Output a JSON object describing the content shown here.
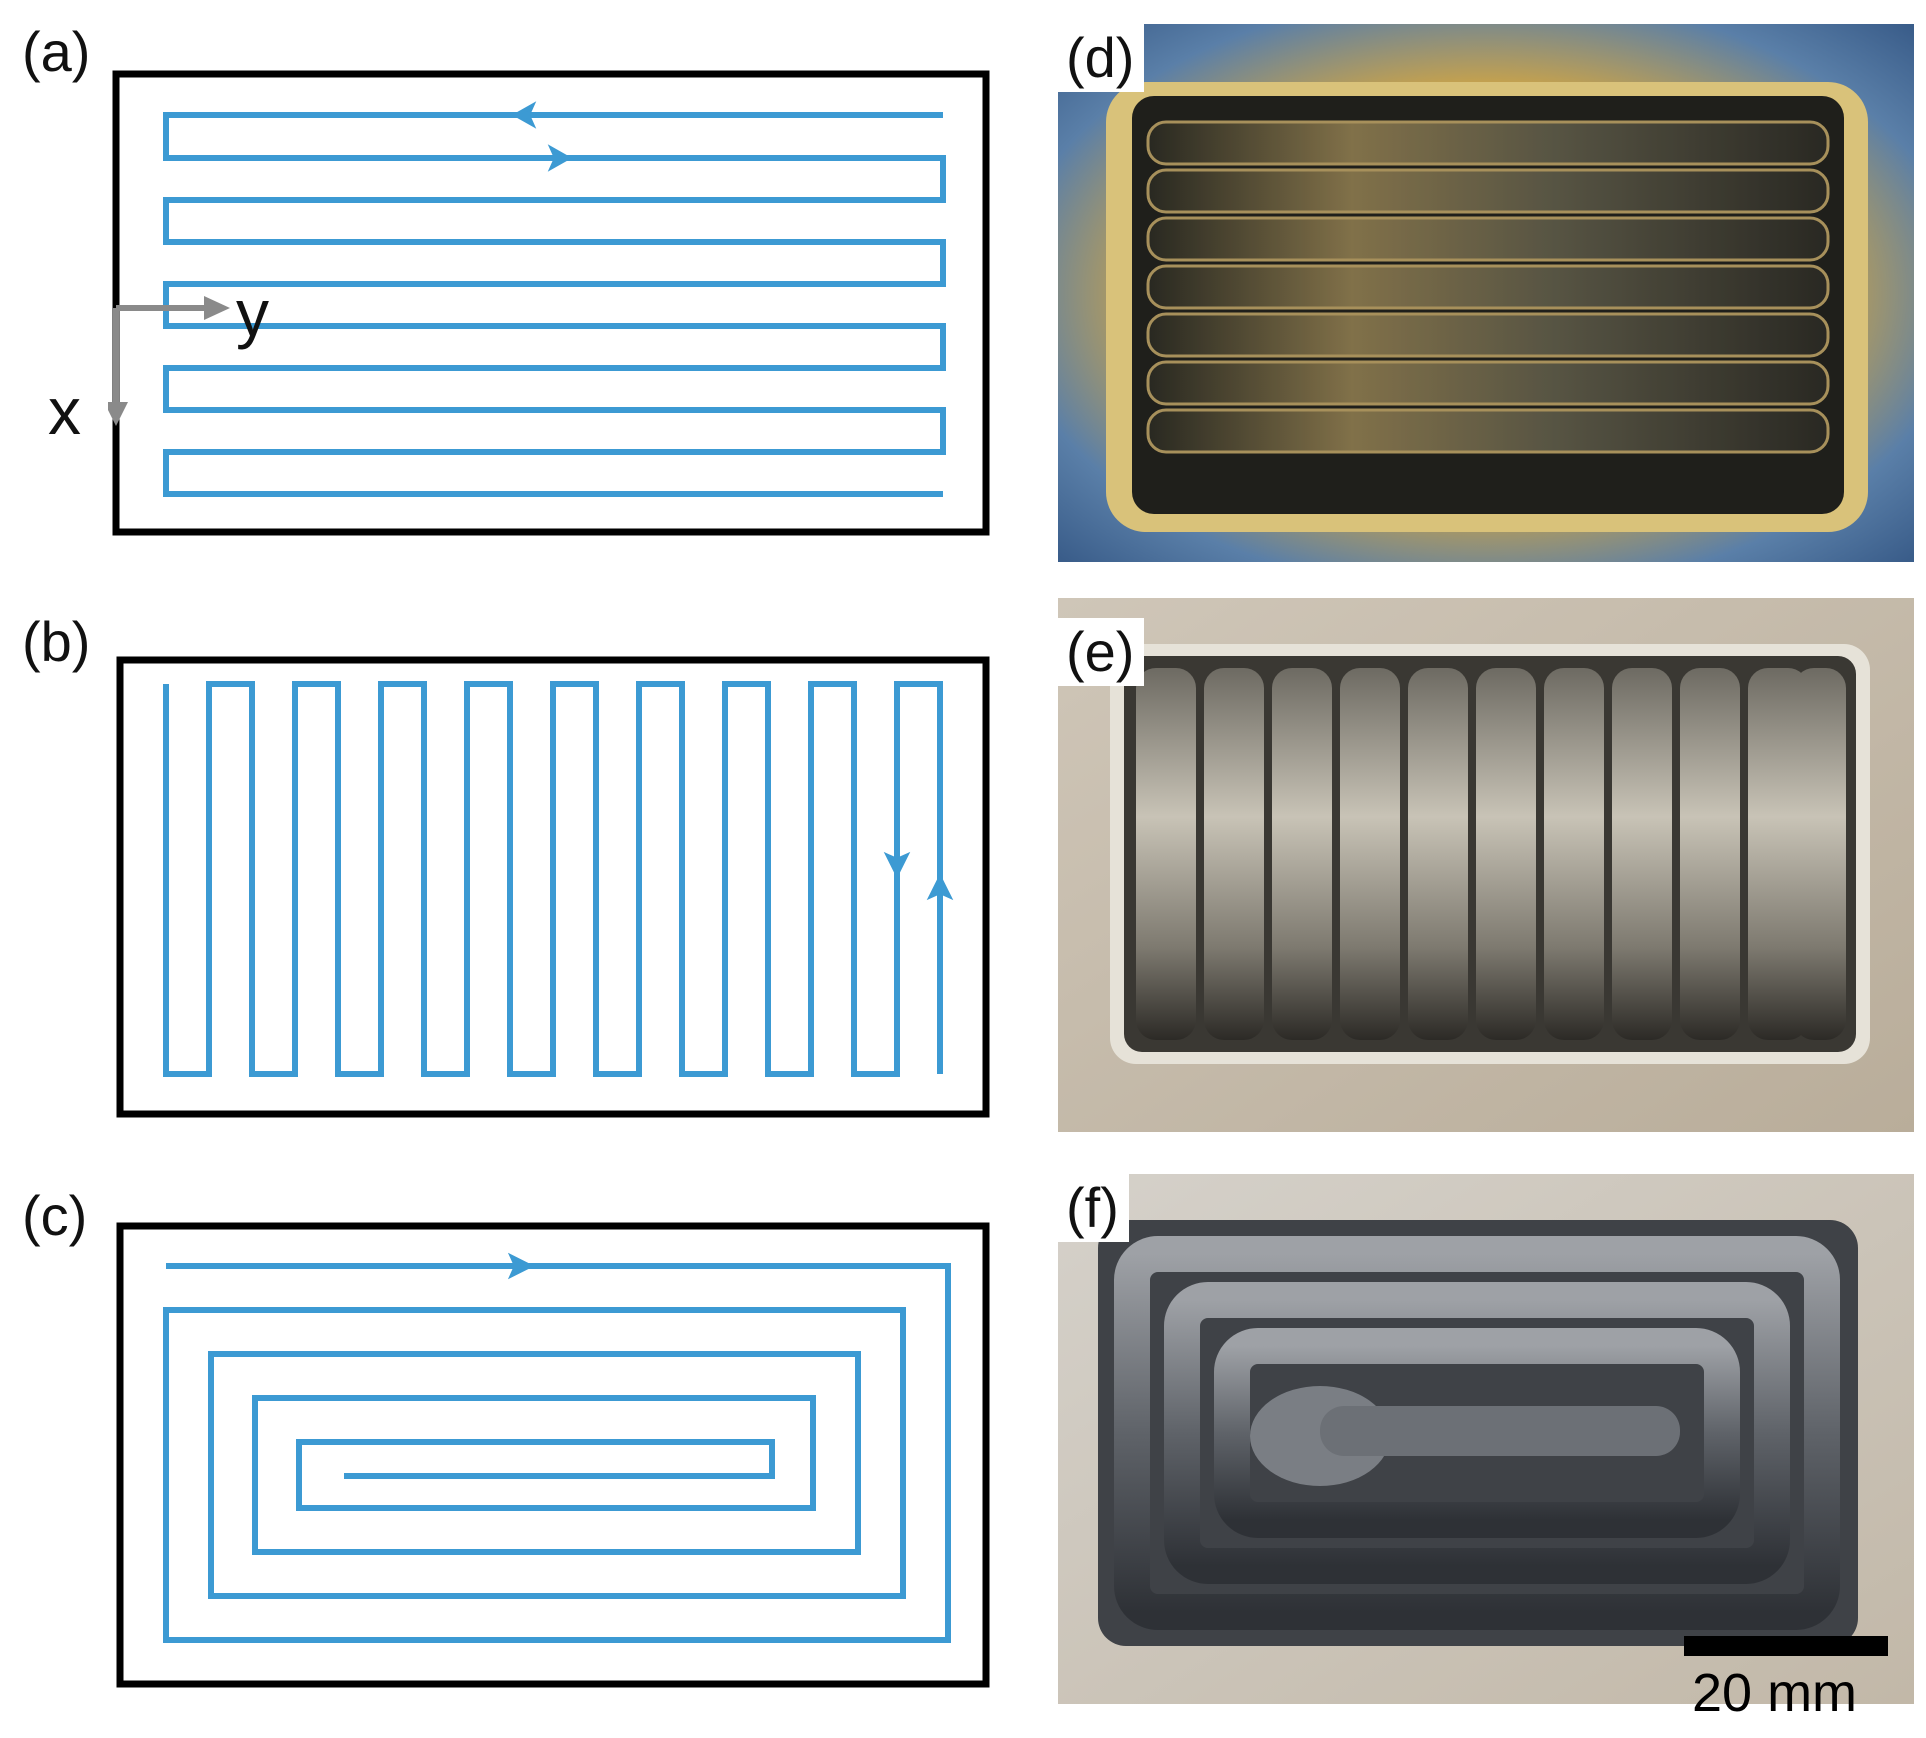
{
  "figure": {
    "labels": {
      "a": "(a)",
      "b": "(b)",
      "c": "(c)",
      "d": "(d)",
      "e": "(e)",
      "f": "(f)"
    },
    "axes": {
      "y": "y",
      "x": "x"
    },
    "scale_bar": "20 mm",
    "colors": {
      "path": "#3c9ad3",
      "frame": "#000000",
      "axis": "#8a8a8a"
    },
    "patterns": [
      "raster-horizontal",
      "raster-vertical",
      "spiral-inward"
    ]
  }
}
